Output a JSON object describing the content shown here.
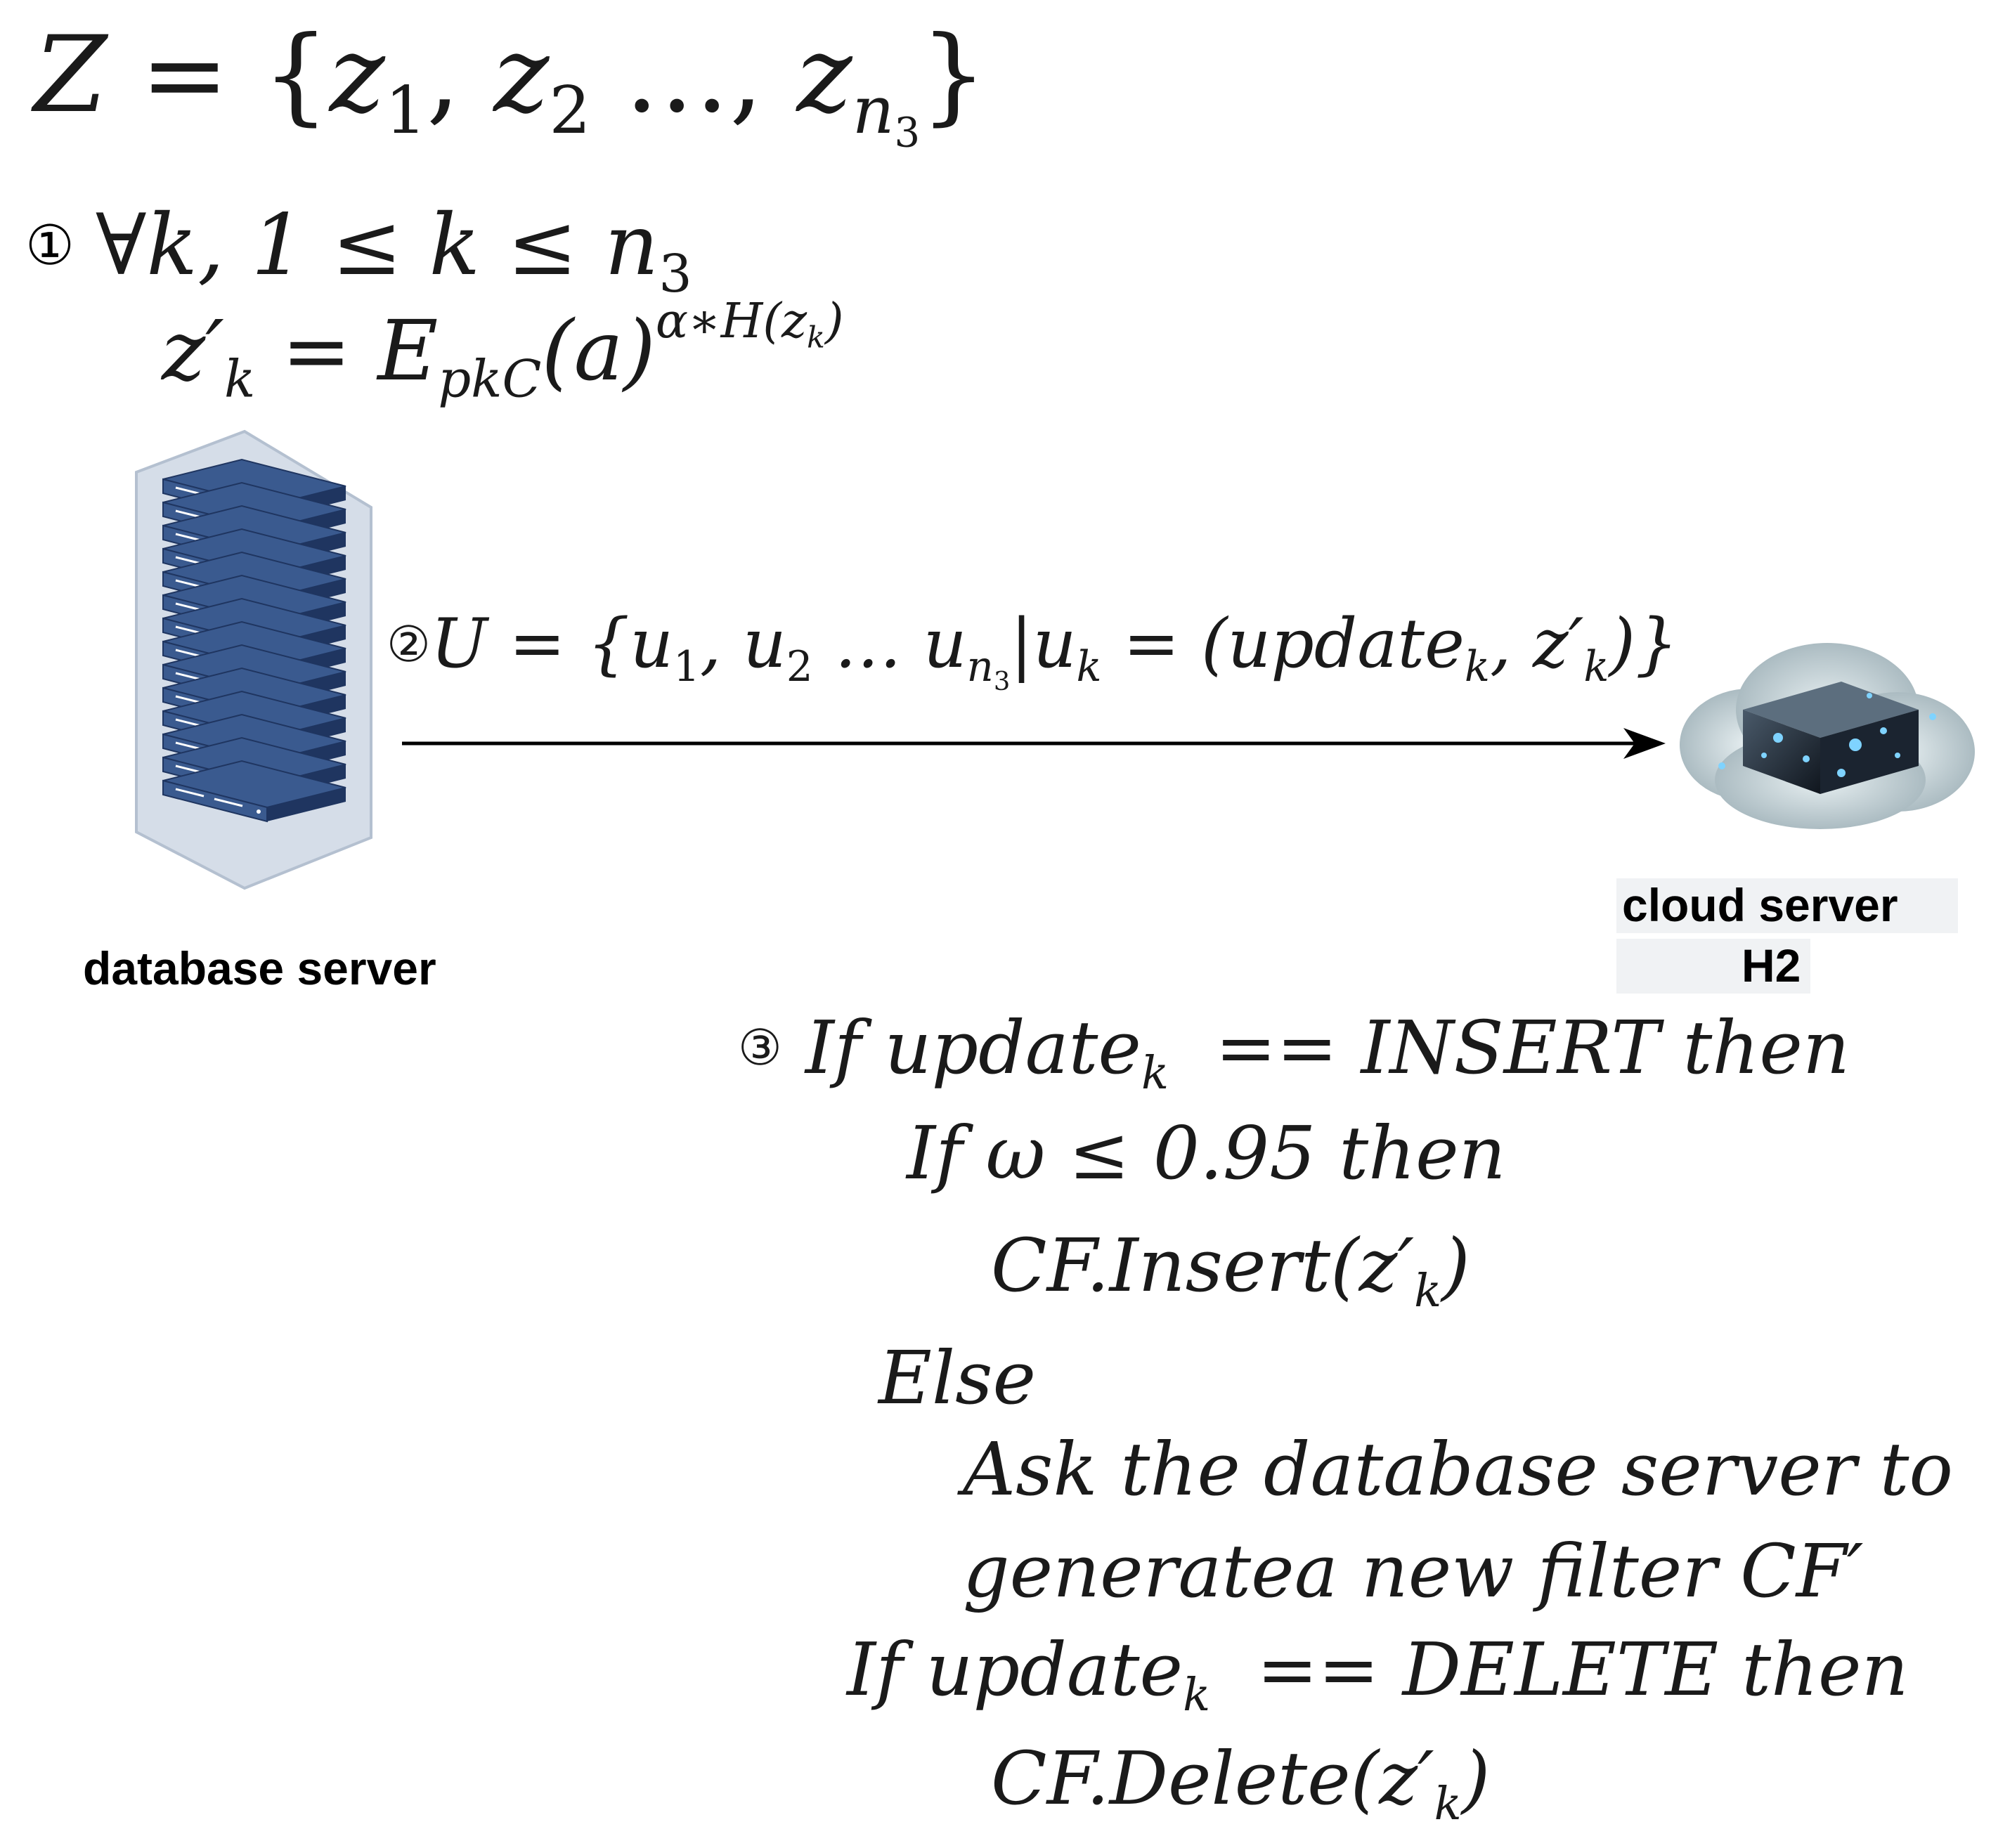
{
  "formulas": {
    "set_lhs": "Z",
    "set_eq": " = {",
    "set_z1": "z",
    "set_s1": "1",
    "set_z2": "z",
    "set_s2": "2",
    "set_dots": " …, ",
    "set_zn": "z",
    "set_sn": "n",
    "set_sn3": "3",
    "set_close": "}",
    "step1_marker": "①",
    "step1_forall": "∀k, 1 ≤ k ≤ n",
    "step1_sub": "3",
    "enc_lhs": "z′",
    "enc_lhs_sub": "k",
    "enc_eq": " = E",
    "enc_sub": "pkC",
    "enc_arg": "(a)",
    "enc_exp": "α∗H(z",
    "enc_exp_sub": "k",
    "enc_exp_close": ")",
    "step2_marker": "②",
    "step2_text_a": "U = {u",
    "step2_s1": "1",
    "step2_text_b": ", u",
    "step2_s2": "2",
    "step2_text_c": " … u",
    "step2_sn": "n",
    "step2_sn3": "3",
    "step2_text_d": "|u",
    "step2_sk": "k",
    "step2_text_e": " = (update",
    "step2_sk2": "k",
    "step2_text_f": ", z′",
    "step2_sk3": "k",
    "step2_text_g": ")}"
  },
  "nodes": {
    "database_label": "database server",
    "cloud_label_line1": "cloud server",
    "cloud_label_line2": "H2"
  },
  "algorithm": {
    "step3_marker": "③",
    "line1_a": "If update",
    "line1_sub": "k",
    "line1_b": "  == INSERT then",
    "line2": "If ω ≤ 0.95 then",
    "line3_a": "CF.Insert(z′",
    "line3_sub": "k",
    "line3_b": ")",
    "line4": "Else",
    "line5": "Ask the database server to",
    "line6": "generatea new filter CF′",
    "line7_a": "If update",
    "line7_sub": "k",
    "line7_b": "  == DELETE then",
    "line8_a": "CF.Delete(z′",
    "line8_sub": "k",
    "line8_b": ")"
  },
  "colors": {
    "server_blue": "#3a5a8f",
    "server_dark": "#1f3560",
    "server_frame": "#d5dde8",
    "cloud_grey": "#b9c6cc",
    "arrow": "#000000"
  }
}
